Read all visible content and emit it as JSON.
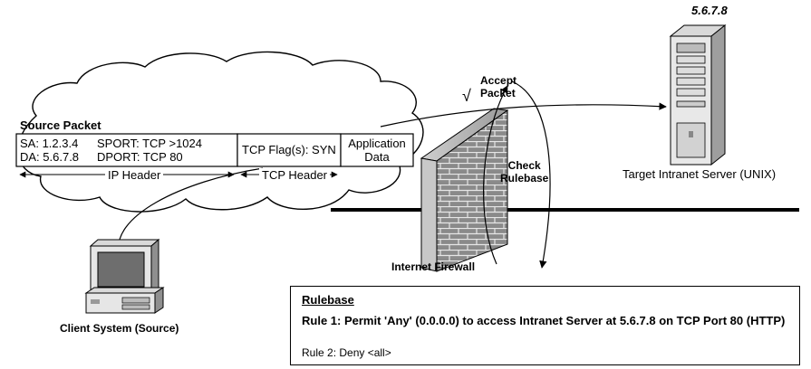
{
  "server": {
    "address": "5.6.7.8",
    "label": "Target Intranet Server (UNIX)"
  },
  "client": {
    "label": "Client System (Source)"
  },
  "firewall": {
    "label": "Internet Firewall",
    "accept_label": "Accept\nPacket",
    "check_label": "Check\nRulebase",
    "checkmark": "√"
  },
  "packet": {
    "title": "Source Packet",
    "sa": "SA: 1.2.3.4",
    "sport": "SPORT: TCP >1024",
    "da": "DA: 5.6.7.8",
    "dport": "DPORT: TCP 80",
    "tcp_flags": "TCP Flag(s): SYN",
    "app_data": "Application\nData",
    "ip_header_label": "IP Header",
    "tcp_header_label": "TCP Header"
  },
  "rulebase": {
    "title": "Rulebase",
    "rule1": "Rule 1: Permit 'Any' (0.0.0.0) to access Intranet Server at 5.6.7.8 on TCP Port 80 (HTTP)",
    "rule2": "Rule 2: Deny <all>"
  }
}
